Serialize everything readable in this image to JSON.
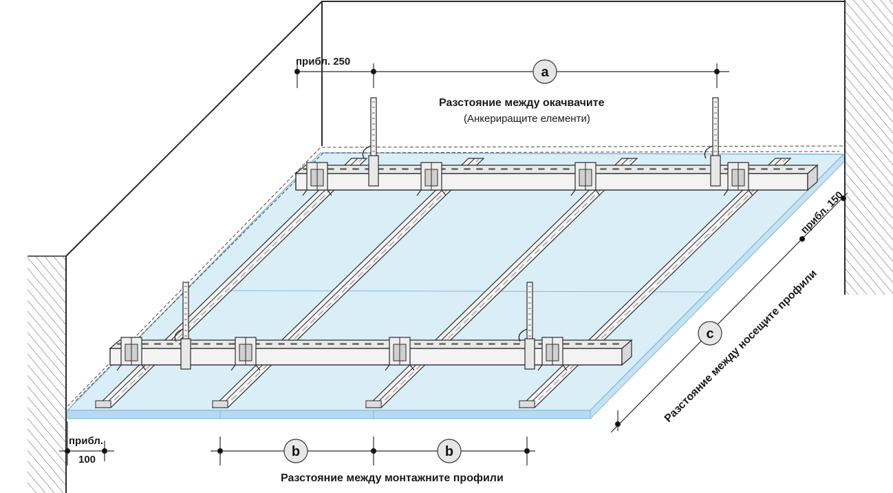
{
  "labels": {
    "approx_250": "прибл. 250",
    "approx_150": "прибл. 150",
    "approx_100_line1": "прибл.",
    "approx_100_line2": "100",
    "hanger_spacing": "Разстояние между окачвачите",
    "hanger_spacing_note": "(Анкериращите елементи)",
    "main_profile_spacing": "Разстояние между носещите профили",
    "mounting_profile_spacing": "Разстояние между монтажните профили"
  },
  "badges": {
    "a": "a",
    "b1": "b",
    "b2": "b",
    "c": "c"
  },
  "colors": {
    "board_fill": "#daeef8",
    "board_edge": "#7fb6dc",
    "profile_fill": "#f3f3f3",
    "line": "#2a2a2a",
    "badge_fill": "#e6e6e6"
  }
}
